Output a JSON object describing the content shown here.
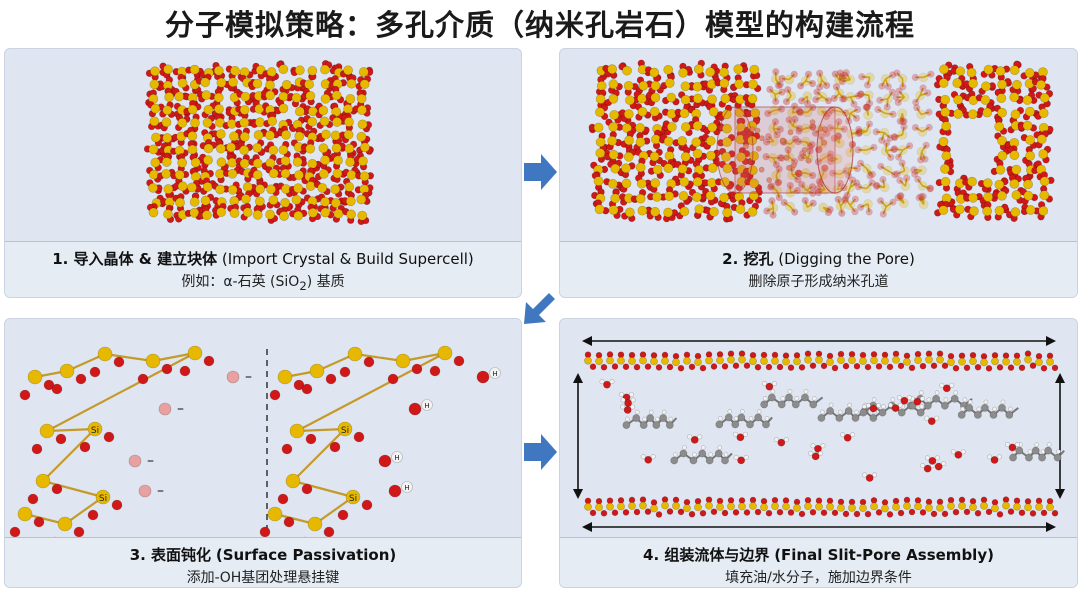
{
  "title": "分子模拟策略：多孔介质（纳米孔岩石）模型的构建流程",
  "colors": {
    "silicon": "#e6b800",
    "oxygen": "#d01818",
    "hydrogen": "#f2f2f2",
    "carbon": "#8c8c8c",
    "panel": "#dfe6f1",
    "arrow": "#3f78c0"
  },
  "panels": [
    {
      "step": "1. 导入晶体 & 建立块体",
      "en": "(Import Crystal & Build Supercell)",
      "sub_pre": "例如：α-石英 (SiO",
      "sub_sub": "2",
      "sub_post": ") 基质"
    },
    {
      "step": "2. 挖孔",
      "en": "(Digging the Pore)",
      "sub": "删除原子形成纳米孔道"
    },
    {
      "step": "3. 表面钝化",
      "en": "(Surface Passivation)",
      "sub": "添加-OH基团处理悬挂键"
    },
    {
      "step": "4. 组装流体与边界",
      "en": "(Final Slit-Pore Assembly)",
      "sub": "填充油/水分子，施加边界条件"
    }
  ],
  "atom_labels": {
    "si": "Si",
    "h": "H",
    "charge": "–"
  }
}
